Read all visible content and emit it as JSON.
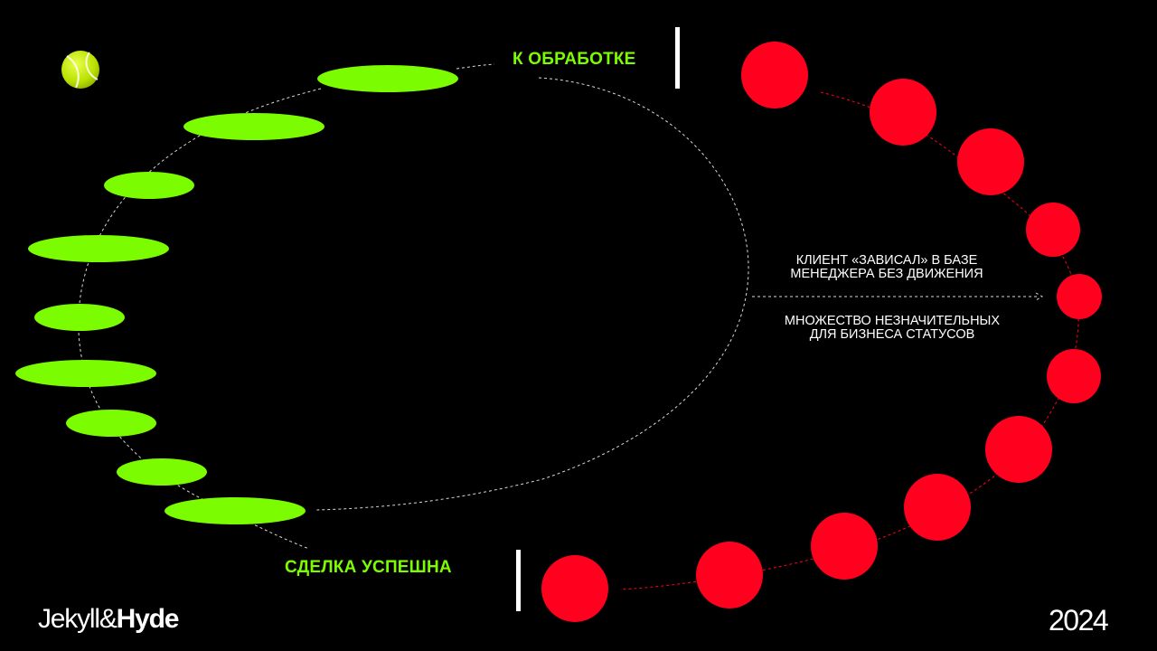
{
  "colors": {
    "background": "#000000",
    "green": "#7CFC00",
    "red": "#FF001E",
    "white": "#FFFFFF"
  },
  "labels": {
    "top_green": "К ОБРАБОТКЕ",
    "bottom_green": "СДЕЛКА УСПЕШНА",
    "mid_top_line1": "КЛИЕНТ «ЗАВИСАЛ» В БАЗЕ",
    "mid_top_line2": "МЕНЕДЖЕРА БЕЗ ДВИЖЕНИЯ",
    "mid_bottom_line1": "МНОЖЕСТВО НЕЗНАЧИТЕЛЬНЫХ",
    "mid_bottom_line2": "ДЛЯ БИЗНЕСА СТАТУСОВ"
  },
  "brand": {
    "part1": "Jekyll&",
    "part2": "Hyde"
  },
  "year": "2024",
  "icons": {
    "ball": "tennis-ball-icon"
  }
}
